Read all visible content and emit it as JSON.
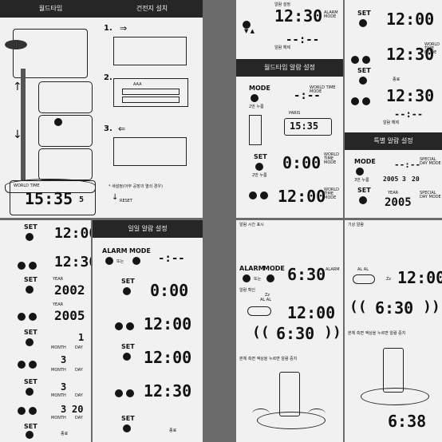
{
  "p1": {
    "title_left": "월드타임",
    "title_right": "건전지 설치",
    "step1": "1.",
    "step2": "2.",
    "step3": "3.",
    "battery": "AAA",
    "world_time": "WORLD TIME",
    "clock": "15:35",
    "clock_sec": "5",
    "note": "* 새설정(아무 공장의 열쇠 경우)",
    "reset": "RESET"
  },
  "p2": {
    "top_label": "알람 설정",
    "clock1": "12:30",
    "alarm_mode": "ALARM MODE",
    "dashes": "--:--",
    "sub_label": "알람 해제",
    "band": "월드타임 알람 설정",
    "mode": "MODE",
    "press2": "2번 누름",
    "world_time_mode": "WORLD TIME MODE",
    "paris": "PARIS",
    "paris_time": "15:35",
    "set": "SET",
    "clock_zero": "0:00",
    "press_set": "2번 누름",
    "clock_noon": "12:00"
  },
  "p3": {
    "set": "SET",
    "clock_a": "12:00",
    "clock_b": "12:30",
    "year": "YEAR",
    "y1": "2002",
    "y2": "2005",
    "month": "MONTH",
    "day": "DAY",
    "md1_m": "1",
    "md1_d": "",
    "md2_m": "3",
    "md2_d": "",
    "md3_m": "3",
    "md3_d": "20",
    "end": "종료"
  },
  "p4": {
    "band": "일일 알람 설정",
    "alarm": "ALARM",
    "or": "또는",
    "mode": "MODE",
    "dashes": "-:--",
    "set": "SET",
    "t1": "0:00",
    "t2": "12:00",
    "t3": "12:00",
    "t4": "12:30",
    "end": "종료"
  },
  "p5": {
    "world_time_mode": "WORLD TIME MODE",
    "set": "SET",
    "clock_a": "12:00",
    "clock_b": "12:30",
    "end": "종료",
    "dashes": "--:--",
    "sub_label": "알람 해제",
    "band": "특별 알람 설정",
    "mode": "MODE",
    "press3": "3번 누름",
    "special_mode": "SPECIAL DAY MODE",
    "date_y": "2005",
    "date_m": "3",
    "date_d": "20",
    "year": "YEAR",
    "year_val": "2005"
  },
  "p6": {
    "top_note": "알람 시간 표시",
    "alarm": "ALARM",
    "mode": "MODE",
    "or": "또는",
    "time": "6:30",
    "alarm_label": "ALARM",
    "sub": "알람 확인",
    "al": "AL AL",
    "zz": "Zz",
    "clock": "12:00",
    "alarm_time": "6:30",
    "note": "본체 측면 액상을 누르면 알람 중지"
  },
  "p7": {
    "top_note": "기상 알람",
    "al": "AL AL",
    "zz": "Zz",
    "clock": "12:00",
    "alarm_time": "6:30",
    "note": "본체 측면 액상을 누르면 알람 중지",
    "snooze": "6:38"
  }
}
